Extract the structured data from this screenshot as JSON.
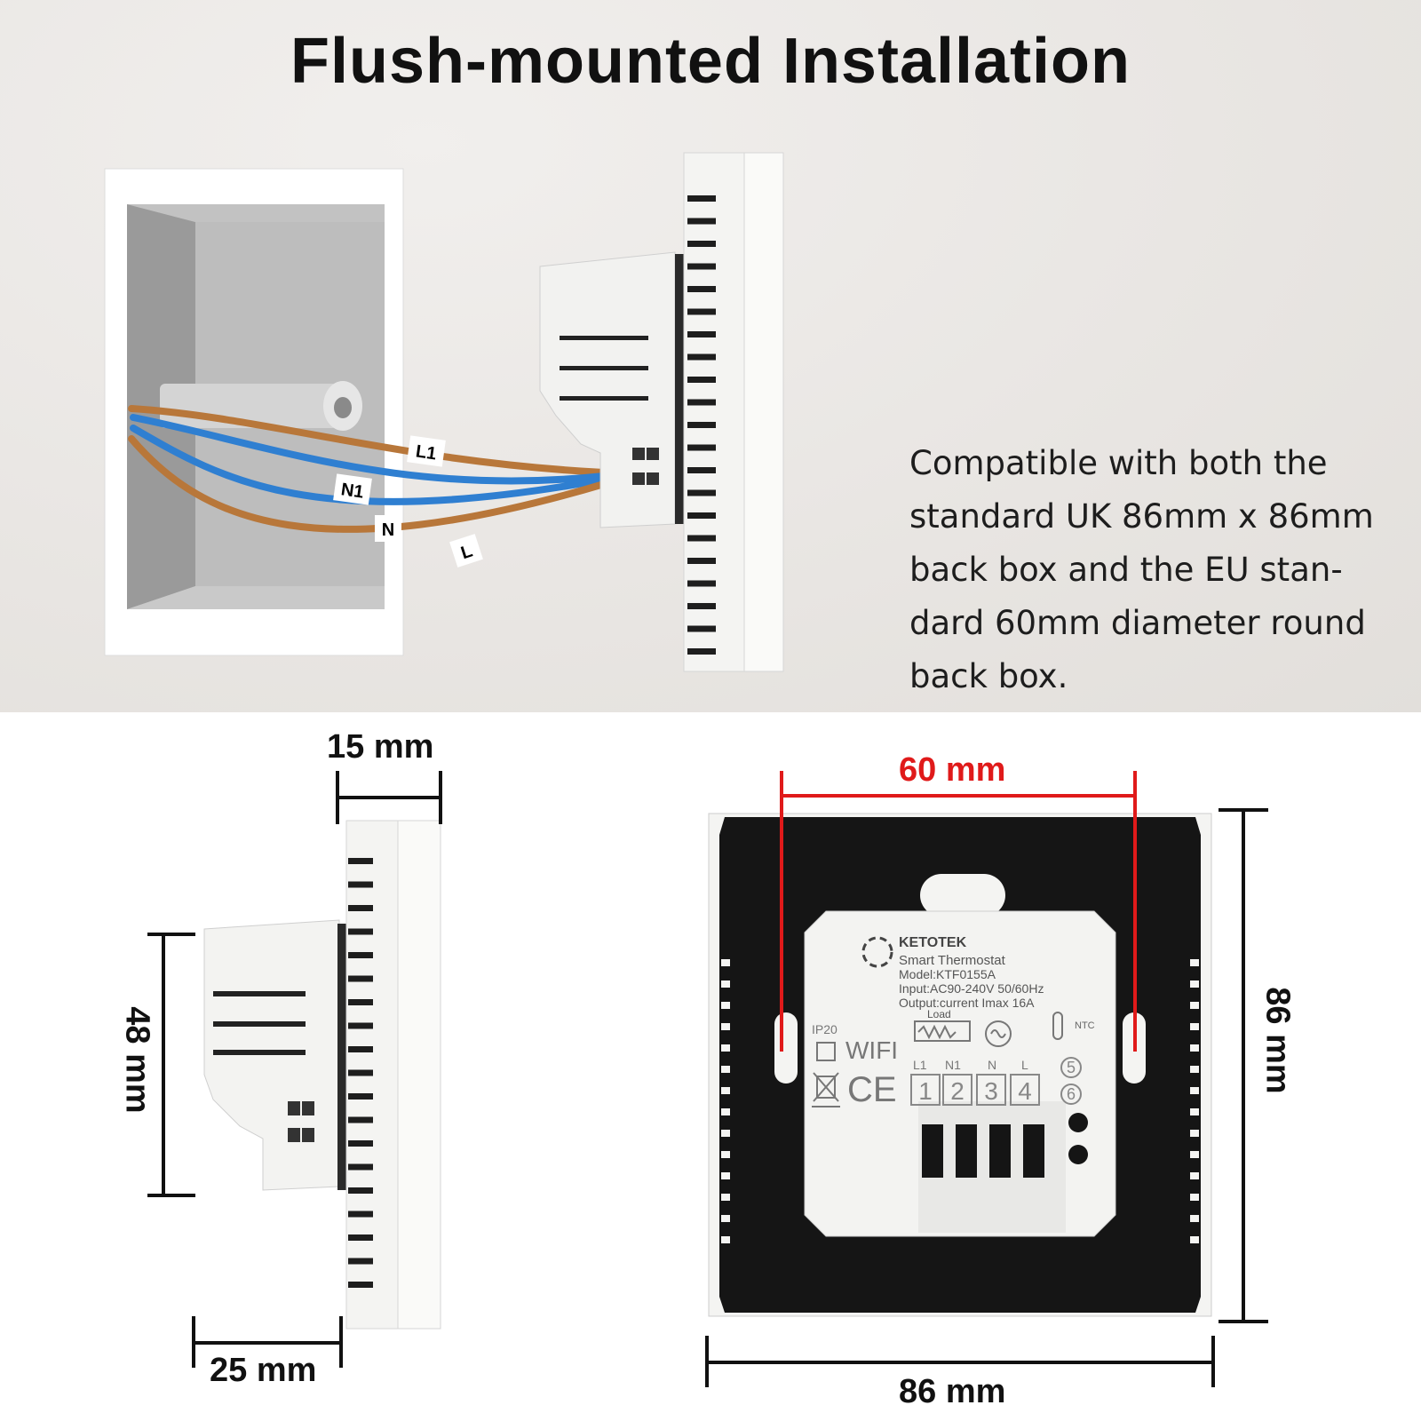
{
  "title": "Flush-mounted Installation",
  "description": "Compatible with both the standard UK 86mm x 86mm back box and the EU standard 60mm diameter round back box.",
  "description_lines": [
    "Compatible with both the",
    "standard UK 86mm x 86mm",
    "back box and the EU stan-",
    "dard 60mm diameter round",
    "back box."
  ],
  "wire_labels": {
    "l1": "L1",
    "n1": "N1",
    "n": "N",
    "l": "L"
  },
  "dimensions": {
    "side_depth_top": "15 mm",
    "side_height": "48 mm",
    "side_depth_bottom": "25 mm",
    "hole_spacing": "60 mm",
    "back_height": "86 mm",
    "back_width": "86 mm"
  },
  "device_label": {
    "brand": "KETOTEK",
    "product": "Smart Thermostat",
    "model": "Model:KTF0155A",
    "input": "Input:AC90-240V 50/60Hz",
    "output": "Output:current Imax 16A",
    "load": "Load",
    "ntc": "NTC",
    "ip": "IP20",
    "wifi": "WIFI",
    "ce": "CE",
    "terminal_names": [
      "L1",
      "N1",
      "N",
      "L"
    ],
    "terminal_numbers": [
      "1",
      "2",
      "3",
      "4"
    ],
    "sensor_numbers": [
      "5",
      "6"
    ]
  },
  "colors": {
    "wire_brown": "#b8773a",
    "wire_blue": "#2f7fd1",
    "dimension_red": "#e01a1a",
    "mount_plate": "#151515",
    "device_white": "#f3f3f1"
  }
}
